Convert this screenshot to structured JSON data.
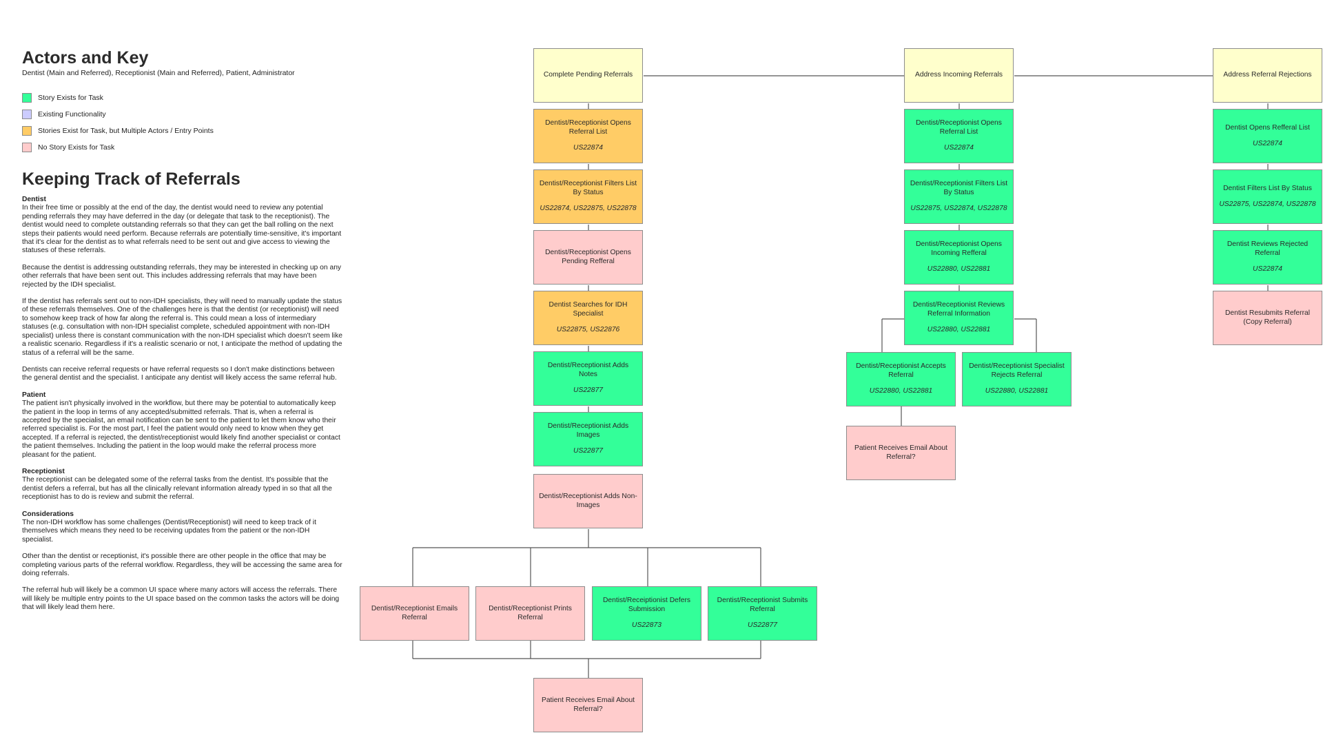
{
  "colors": {
    "story_exists": "#33ff99",
    "existing_functionality": "#ccccff",
    "multiple_actors": "#ffcc66",
    "no_story": "#ffcccc",
    "task_header": "#ffffcc",
    "connector": "#555555"
  },
  "actors": {
    "title": "Actors and Key",
    "subtitle": "Dentist (Main and Referred), Receptionist (Main and Referred), Patient, Administrator"
  },
  "key": [
    {
      "label": "Story Exists for Task",
      "color": "#33ff99"
    },
    {
      "label": "Existing Functionality",
      "color": "#ccccff"
    },
    {
      "label": "Stories Exist for Task, but Multiple Actors / Entry Points",
      "color": "#ffcc66"
    },
    {
      "label": "No Story Exists for Task",
      "color": "#ffcccc"
    }
  ],
  "referrals": {
    "title": "Keeping Track of Referrals",
    "dentist_heading": "Dentist",
    "dentist_p1": "In their free time or possibly at the end of the day, the dentist would need to review any potential pending referrals they may have deferred in the day (or delegate that task to the receptionist). The dentist would need to complete outstanding referrals so that they can get the ball rolling on the next steps their patients would need perform. Because referrals are potentially time-sensitive, it's important that it's clear for the dentist as to what referrals need to be sent out and give access to viewing the statuses of these referrals.",
    "dentist_p2": "Because the dentist is addressing outstanding referrals, they may be interested in checking up on any other referrals that have been sent out. This includes addressing referrals that may have been rejected by the IDH specialist.",
    "dentist_p3": "If the dentist has referrals sent out to non-IDH specialists, they will need to manually update the status of these referrals themselves. One of the challenges here is that the dentist (or receptionist) will need to somehow keep track of how far along the referral is. This could mean a loss of intermediary statuses (e.g. consultation with non-IDH specialist complete, scheduled appointment with non-IDH specialist) unless there is constant communication with the non-IDH specialist which doesn't seem like a realistic scenario. Regardless if it's a realistic scenario or not, I anticipate the method of updating the status of a referral will be the same.",
    "dentist_p4": "Dentists can receive referral requests or have referral requests so I don't make distinctions between the general dentist and the specialist. I anticipate any dentist will likely access the same referral hub.",
    "patient_heading": "Patient",
    "patient_p1": "The patient isn't physically involved in the workflow, but there may be potential to automatically keep the patient in the loop in terms of any accepted/submitted referrals. That is, when a referral is accepted by the specialist, an email notification can be sent to the patient to let them know who their referred specialist is. For the most part, I feel the patient would only need to know when they get accepted. If a referral is rejected, the dentist/receptionist would likely find another specialist or contact the patient themselves. Including the patient in the loop would make the referral process more pleasant for the patient.",
    "receptionist_heading": "Receptionist",
    "receptionist_p1": "The receptionist can be delegated some of the referral tasks from the dentist. It's possible that the dentist defers a referral, but has all the clinically relevant information already typed in so that all the receptionist has to do is review and submit the referral.",
    "considerations_heading": "Considerations",
    "considerations_p1": "The non-IDH workflow has some challenges (Dentist/Receptionist) will need to keep track of it themselves which means they need to be receiving updates from the patient or the non-IDH specialist.",
    "considerations_p2": "Other than the dentist or receptionist, it's possible there are other people in the office that may be completing various parts of the referral workflow. Regardless, they will be accessing the same area for doing referrals.",
    "considerations_p3": "The referral hub will likely be a common UI space where many actors will access the referrals. There will likely be multiple entry points to the UI space based on the common tasks the actors will be doing that will likely lead them here."
  },
  "diagram": {
    "complete_pending": {
      "header": "Complete Pending Referrals",
      "open_list": {
        "label": "Dentist/Receptionist Opens Referral List",
        "code": "US22874"
      },
      "filter": {
        "label": "Dentist/Receptionist Filters List By Status",
        "code": "US22874, US22875, US22878"
      },
      "open_pending": {
        "label": "Dentist/Receptionist Opens Pending Refferal",
        "code": ""
      },
      "search": {
        "label": "Dentist Searches for IDH Specialist",
        "code": "US22875, US22876"
      },
      "notes": {
        "label": "Dentist/Receptionist Adds Notes",
        "code": "US22877"
      },
      "images": {
        "label": "Dentist/Receptionist Adds Images",
        "code": "US22877"
      },
      "non_images": {
        "label": "Dentist/Receptionist Adds Non-Images",
        "code": ""
      },
      "emails": {
        "label": "Dentist/Receptionist Emails Referral",
        "code": ""
      },
      "prints": {
        "label": "Dentist/Receptionist Prints Referral",
        "code": ""
      },
      "defers": {
        "label": "Dentist/Receiptionist Defers Submission",
        "code": "US22873"
      },
      "submits": {
        "label": "Dentist/Receptionist Submits Referral",
        "code": "US22877"
      },
      "patient_email": {
        "label": "Patient Receives Email About Referral?",
        "code": ""
      }
    },
    "address_incoming": {
      "header": "Address Incoming Referrals",
      "open_list": {
        "label": "Dentist/Receptionist Opens Referral List",
        "code": "US22874"
      },
      "filter": {
        "label": "Dentist/Receptionist Filters List By Status",
        "code": "US22875, US22874, US22878"
      },
      "open_incoming": {
        "label": "Dentist/Receptionist Opens Incoming Refferal",
        "code": "US22880, US22881"
      },
      "reviews": {
        "label": "Dentist/Receptionist Reviews Referral Information",
        "code": "US22880, US22881"
      },
      "accepts": {
        "label": "Dentist/Receptionist Accepts Referral",
        "code": "US22880, US22881"
      },
      "rejects": {
        "label": "Dentist/Receptionist Specialist Rejects Referral",
        "code": "US22880, US22881"
      },
      "patient_email": {
        "label": "Patient Receives Email About Referral?",
        "code": ""
      }
    },
    "address_rejections": {
      "header": "Address Referral Rejections",
      "open_list": {
        "label": "Dentist Opens Refferal List",
        "code": "US22874"
      },
      "filter": {
        "label": "Dentist Filters List By Status",
        "code": "US22875, US22874, US22878"
      },
      "reviews": {
        "label": "Dentist Reviews Rejected Referral",
        "code": "US22874"
      },
      "resubmits": {
        "label": "Dentist Resubmits Referral (Copy Referral)",
        "code": ""
      }
    }
  }
}
